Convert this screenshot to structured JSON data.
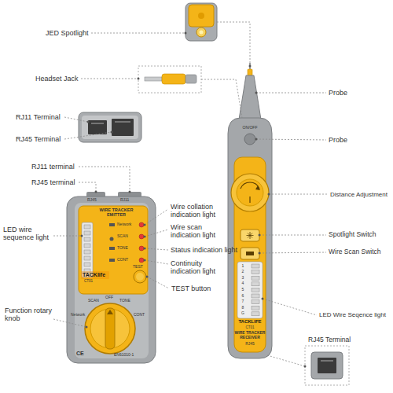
{
  "diagram": {
    "nodes": [
      {
        "text": [
          "RJ45",
          "RJ11",
          "WIRE TRACKER EMITTER",
          "Network",
          "SCAN",
          "TONE",
          "CONT",
          "TACKlife",
          "CT01",
          "TEST",
          "SCAN",
          "OFF",
          "TONE",
          "CONT",
          "Network",
          "CE",
          "EN61010-1"
        ]
      },
      {
        "text": [
          "ON/OFF",
          "1",
          "2",
          "3",
          "4",
          "5",
          "6",
          "7",
          "8",
          "G",
          "TACKLIFE",
          "CT01",
          "WIRE TRACKER RECEIVER",
          "RJ45"
        ]
      }
    ],
    "labels": [
      "JED Spotlight",
      "Headset Jack",
      "RJ11 Terminal",
      "RJ45 Terminal",
      "RJ11 terminal",
      "RJ45 terminal",
      "LED wire sequence light",
      "Wire collation indication light",
      "Wire scan indication light",
      "Status indication light",
      "Continuity indication light",
      "TEST button",
      "Function rotary knob",
      "Probe",
      "Probe",
      "Distance Adjustment",
      "Spotlight Switch",
      "Wire Scan Switch",
      "LED Wire Seqence light",
      "RJ45 Terminal"
    ]
  }
}
